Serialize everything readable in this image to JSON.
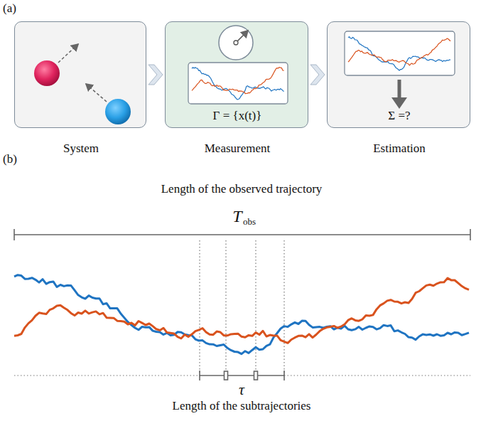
{
  "diagram": {
    "nodes": [
      {
        "text": [
          "System"
        ]
      },
      {
        "text": [
          "Γ = {x(t)}",
          "Measurement"
        ]
      },
      {
        "text": [
          "Σ =?",
          "Estimation"
        ]
      }
    ],
    "edges": [
      {
        "from": 0,
        "to": 1,
        "arrow": "to"
      },
      {
        "from": 1,
        "to": 2,
        "arrow": "to"
      }
    ],
    "labels": [
      "(a)",
      "(b)",
      "Length of the observed trajectory",
      "T",
      "obs",
      "τ",
      "Length of the subtrajectories"
    ]
  }
}
